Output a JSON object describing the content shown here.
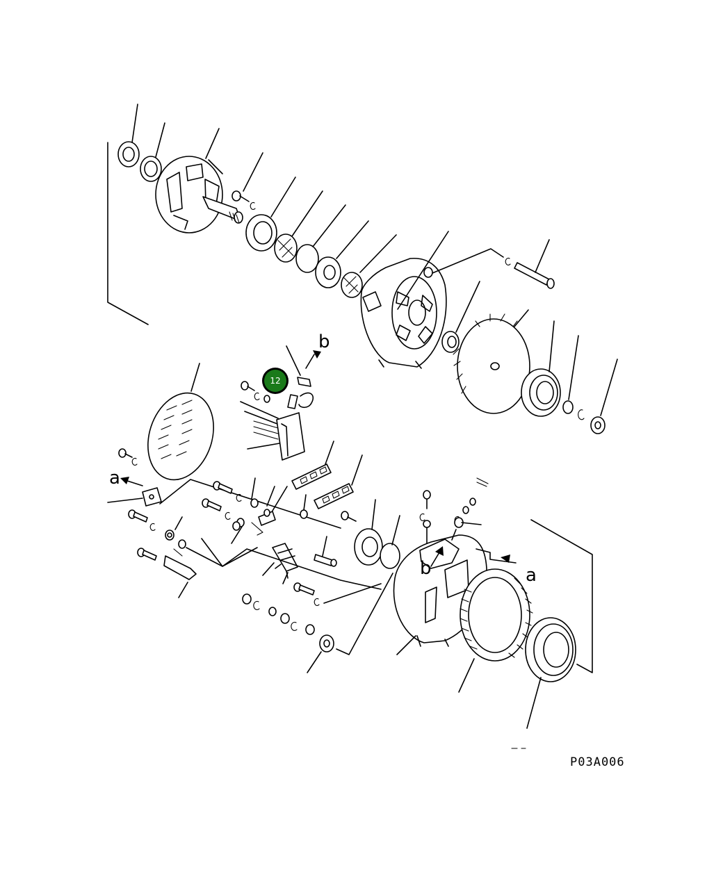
{
  "drawing": {
    "code": "P03A006",
    "ref_letters": {
      "a_left": "a",
      "a_right": "a",
      "b_top": "b",
      "b_lower": "b"
    }
  },
  "callout": {
    "label": "12",
    "color": "#1a7a1a",
    "ring_color": "#000000"
  }
}
